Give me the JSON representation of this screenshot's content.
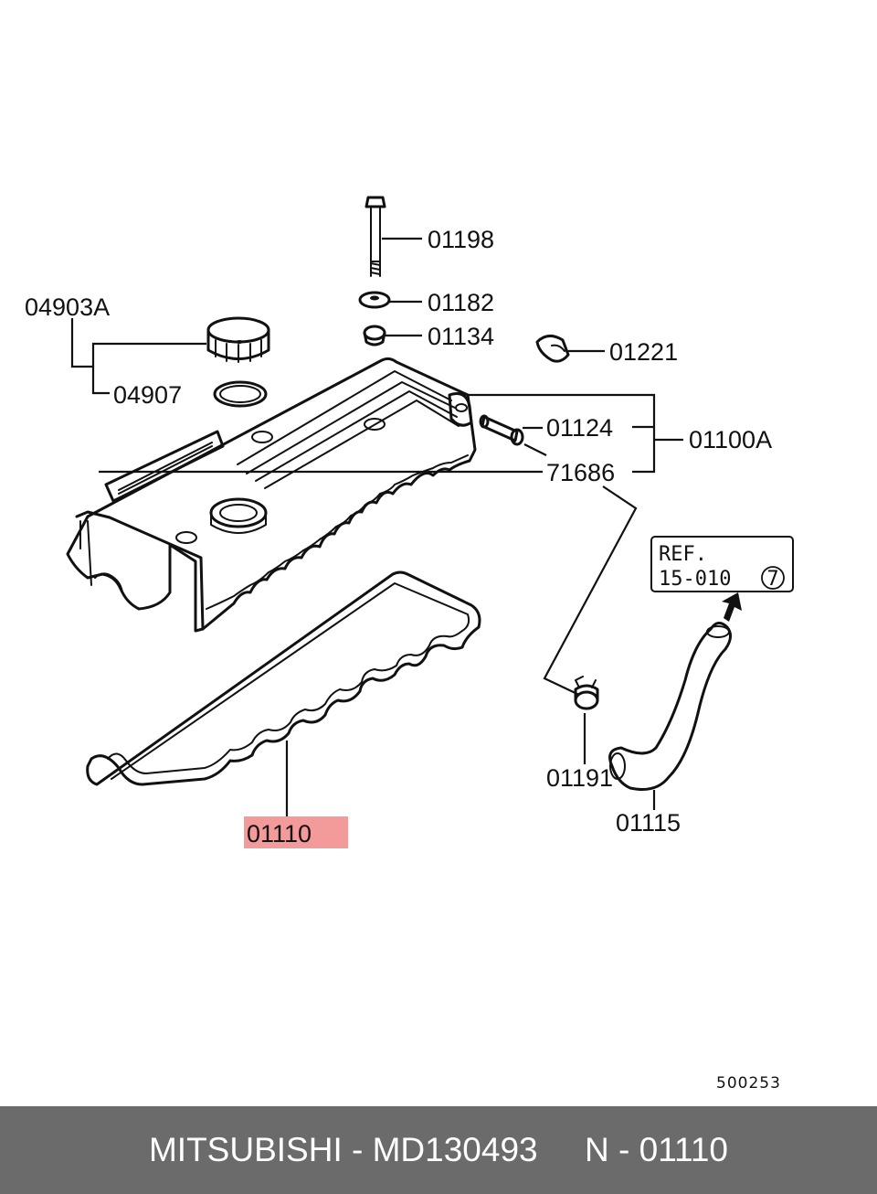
{
  "diagram": {
    "labels": {
      "bolt": "01198",
      "washer": "01182",
      "grommet": "01134",
      "plug": "01221",
      "oil_cap_assembly": "04903A",
      "oil_cap_gasket": "04907",
      "pcv_tube": "01124",
      "cover_assembly": "01100A",
      "cover_sub": "71686",
      "gasket": "01110",
      "hose_clamp": "01191",
      "hose": "01115"
    },
    "ref_box": {
      "line1": "REF.",
      "line2": "15-010",
      "circle": "7"
    },
    "diagram_code": "500253",
    "highlight_color": "#f39a9a"
  },
  "footer": {
    "text": "MITSUBISHI - MD130493     N - 01110",
    "background": "#6b6b6b",
    "color": "#ffffff"
  }
}
